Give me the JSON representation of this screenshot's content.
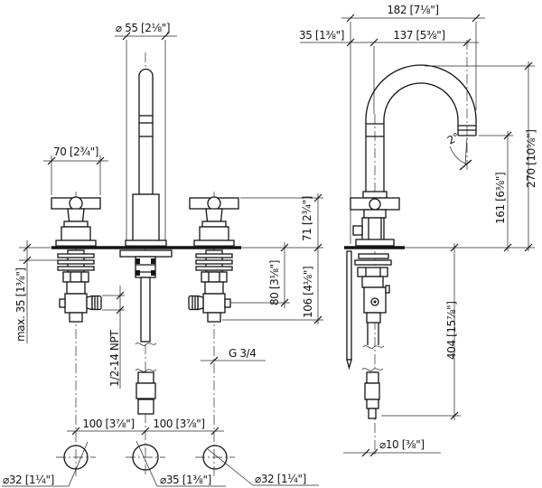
{
  "drawing": {
    "colors": {
      "line": "#141414",
      "background": "#ffffff"
    },
    "front_view": {
      "spout_diameter": "⌀ 55 [2⅛\"]",
      "handle_width": "70 [2¾\"]",
      "handle_height_above_deck": "71 [2¾\"]",
      "outlet_depth_below_deck": "80 [3⅛\"]",
      "body_depth_below_deck": "106 [4⅛\"]",
      "max_deck_thickness": "max. 35 [1⅜\"]",
      "inlet_thread": "1/2-14 NPT",
      "outlet_thread": "G 3/4"
    },
    "side_view": {
      "overall_projection": "182 [7⅛\"]",
      "rear_offset": "35 [1⅜\"]",
      "spout_reach": "137 [5⅜\"]",
      "spray_angle": "2°",
      "outlet_height": "161 [6⅜\"]",
      "overall_height": "270 [10⅝\"]",
      "hose_length": "404 [15⅞\"]",
      "hose_diameter": "⌀10 [⅜\"]"
    },
    "hole_pattern": {
      "spacing_left": "100 [3⅞\"]",
      "spacing_right": "100 [3⅞\"]",
      "hole_left": "⌀32 [1¼\"]",
      "hole_center": "⌀35 [1⅜\"]",
      "hole_right": "⌀32 [1¼\"]"
    }
  }
}
